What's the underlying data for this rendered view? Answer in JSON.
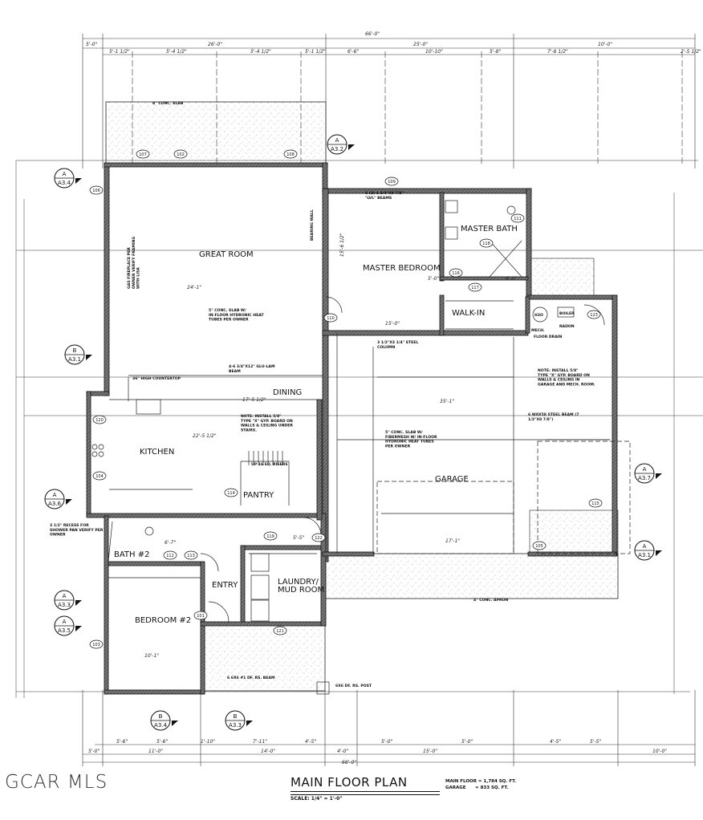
{
  "watermark": "GCAR MLS",
  "title_block": {
    "title": "MAIN FLOOR PLAN",
    "scale": "SCALE: 1/4\" = 1'-0\"",
    "areas": [
      {
        "label": "MAIN FLOOR",
        "value": "= 1,784 SQ. FT."
      },
      {
        "label": "GARAGE",
        "value": "= 833 SQ. FT."
      }
    ]
  },
  "rooms": [
    "GREAT ROOM",
    "DINING",
    "KITCHEN",
    "MASTER BEDROOM",
    "MASTER BATH",
    "WALK-IN",
    "GARAGE",
    "PANTRY",
    "BATH #2",
    "ENTRY",
    "LAUNDRY/",
    "MUD ROOM",
    "BEDROOM #2",
    "MECH.",
    "H2O",
    "BOILER",
    "RADON"
  ],
  "dimensions": {
    "top_overall": "66'-0\"",
    "top_row2": [
      "5'-0\"",
      "26'-0\"",
      "25'-0\"",
      "10'-0\""
    ],
    "top_row3": [
      "5'-1 1/2\"",
      "5'-4 1/2\"",
      "5'-4 1/2\"",
      "5'-1 1/2\"",
      "6'-6\"",
      "10'-10\"",
      "5'-8\"",
      "7'-6 1/2\"",
      "2'-5 1/2\""
    ],
    "bottom_row1": [
      "5'-6\"",
      "5'-6\"",
      "1'-10\"",
      "7'-11\"",
      "4'-5\"",
      "5'-0\"",
      "5'-0\"",
      "4'-5\"",
      "5'-5\""
    ],
    "bottom_row2": [
      "5'-0\"",
      "11'-0\"",
      "14'-0\"",
      "4'-0\"",
      "15'-0\"",
      "10'-0\""
    ],
    "bottom_overall": "66'-0\"",
    "interior": [
      "24'-1\"",
      "17'-5 1/2\"",
      "22'-5 1/2\"",
      "15'-0\"",
      "15'-6 1/2\"",
      "35'-1\"",
      "17'-1\"",
      "10'-1\"",
      "6'-7\"",
      "5'-0\"",
      "4'-0\"",
      "5'-5\""
    ]
  },
  "notes": [
    "4\" CONC. SLAB",
    "5\" CONC. SLAB W/ IN-FLOOR HYDRONIC HEAT TUBES PER OWNER",
    "GAS FIREPLACE PER OWNER VERIFY FRAMING WITH LISA",
    "4-6 3/4\"X12\" GLU-LAM BEAM",
    "36\" HIGH COUNTERTOP",
    "NOTE: INSTALL 5/8\" TYPE \"X\" GYP. BOARD ON WALLS & CEILING UNDER STAIRS.",
    "UP 16 EQ. RISERS",
    "6 (2) 1 3/4\"X9 7/8\" \"LVL\" BEAMS",
    "3 1/2\"X3 1/4\" STEEL COLUMN",
    "BEARING WALL",
    "3 1/2\" RECESS FOR SHOWER PAN VERIFY PER OWNER",
    "NOTE: INSTALL 5/8\" TYPE \"X\" GYP. BOARD ON WALLS & CEILING IN GARAGE AND MECH. ROOM.",
    "6 W8X58 STEEL BEAM (7 1/2\"X8 7/8\")",
    "5\" CONC. SLAB W/ FIBERMESH W/ IN-FLOOR HYDRONIC HEAT TUBES PER OWNER",
    "4\" CONC. APRON",
    "6 6X6 #1 DF. RS. BEAM",
    "6X6 DF. RS. POST",
    "FLOOR DRAIN"
  ],
  "tags": [
    "102",
    "107",
    "108",
    "106",
    "109",
    "111",
    "118",
    "116",
    "117",
    "110",
    "119",
    "112",
    "113",
    "114",
    "120",
    "121",
    "122",
    "101",
    "103",
    "104",
    "105",
    "115",
    "123"
  ],
  "sections": [
    {
      "letter": "A",
      "sheet": "A3.4"
    },
    {
      "letter": "A",
      "sheet": "A3.2"
    },
    {
      "letter": "B",
      "sheet": "A3.1"
    },
    {
      "letter": "A",
      "sheet": "A3.6"
    },
    {
      "letter": "A",
      "sheet": "A3.7"
    },
    {
      "letter": "A",
      "sheet": "A3.1"
    },
    {
      "letter": "A",
      "sheet": "A3.3"
    },
    {
      "letter": "A",
      "sheet": "A3.5"
    },
    {
      "letter": "B",
      "sheet": "A3.4"
    },
    {
      "letter": "B",
      "sheet": "A3.3"
    }
  ],
  "colors": {
    "ink": "#111111",
    "wall_fill": "#555555",
    "slab": "#9a9a9a"
  }
}
